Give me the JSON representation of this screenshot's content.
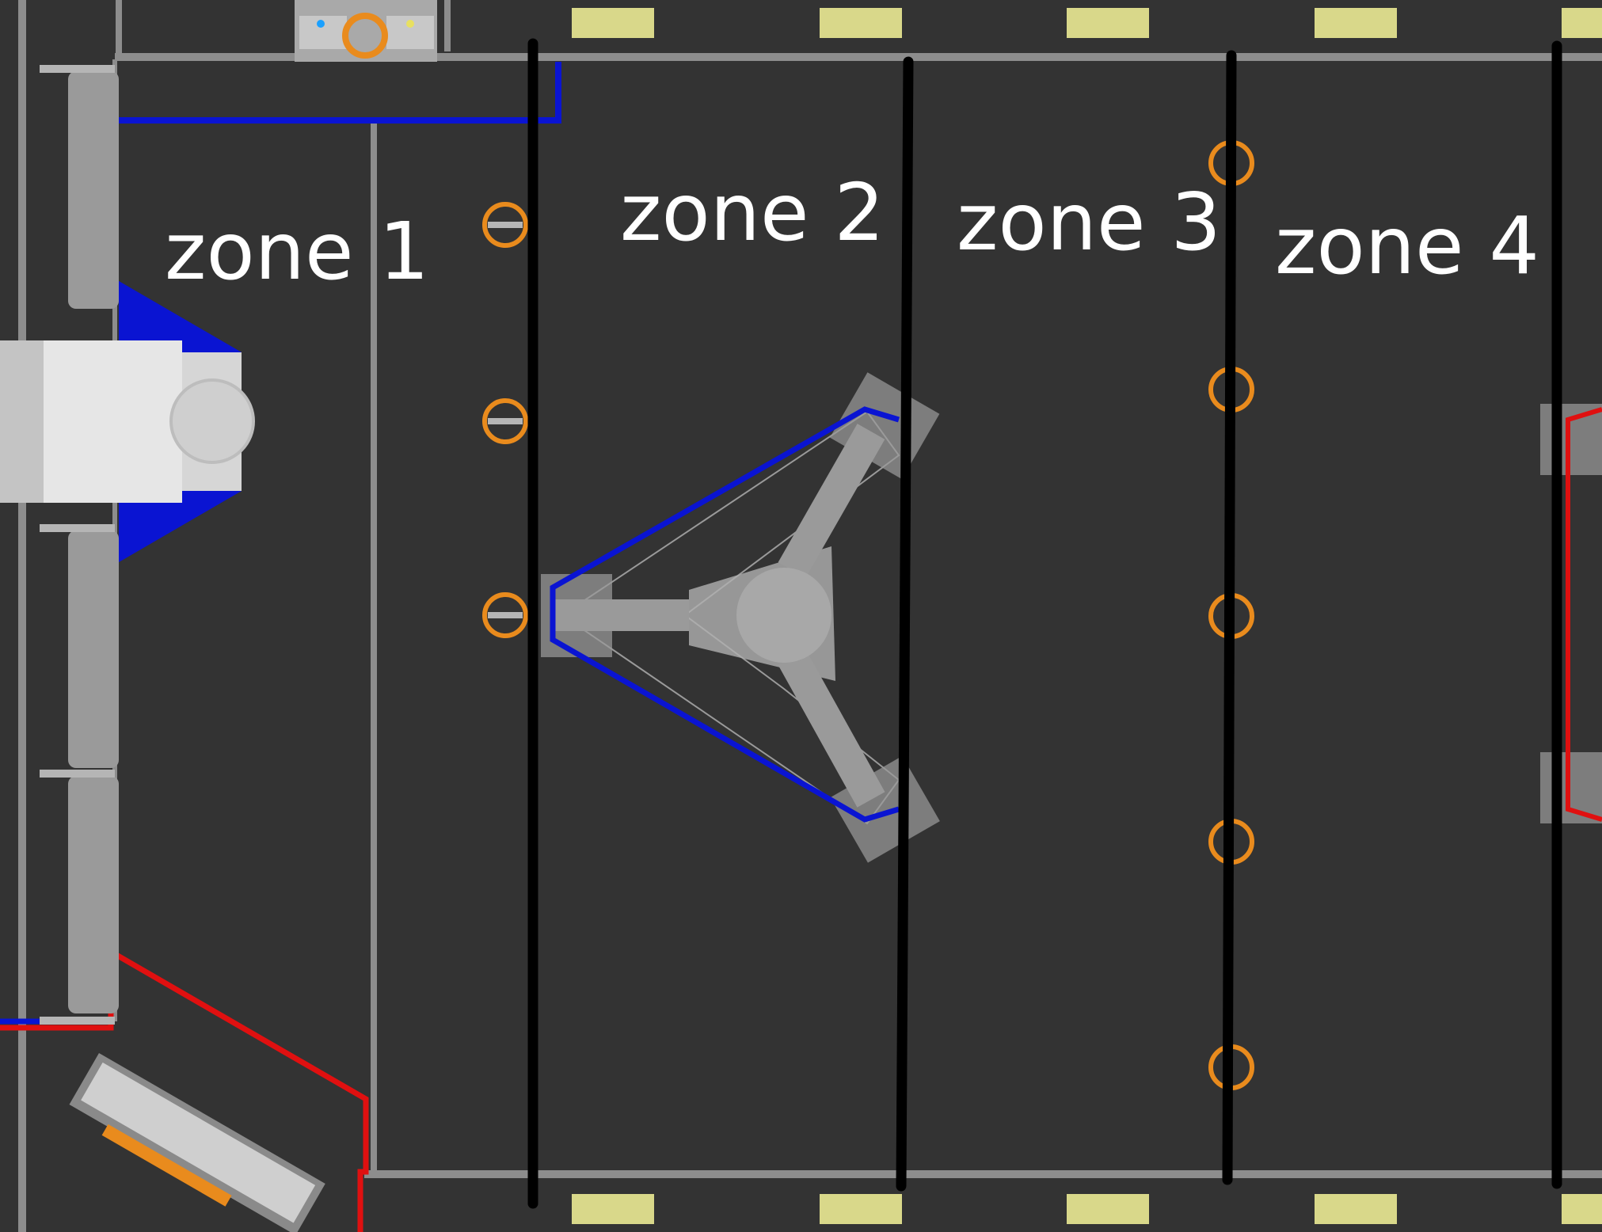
{
  "zones": [
    {
      "label": "zone 1"
    },
    {
      "label": "zone 2"
    },
    {
      "label": "zone 3"
    },
    {
      "label": "zone 4"
    }
  ],
  "colors": {
    "field_floor": "#333333",
    "rail": "#8d8d8d",
    "blue_alliance": "#0a14d2",
    "red_alliance": "#e01010",
    "ring": "#e98b1d",
    "zone_divider": "#000000",
    "tag": "#d9d88a",
    "structure": "#9a9a9a",
    "panel": "#dcdcdc"
  },
  "icons": {
    "ring": "orange-ring-icon",
    "tag": "yellow-marker-icon",
    "structure": "triangular-stage-icon"
  }
}
